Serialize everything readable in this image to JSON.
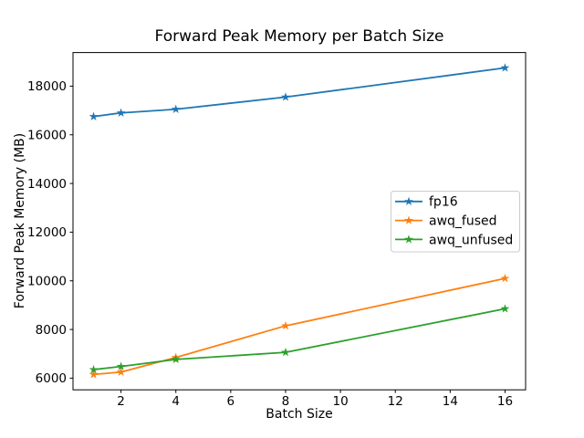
{
  "figure": {
    "background": "#ffffff",
    "spine_color": "#000000",
    "legend_border_color": "#cccccc"
  },
  "chart_data": {
    "type": "line",
    "title": "Forward Peak Memory per Batch Size",
    "xlabel": "Batch Size",
    "ylabel": "Forward Peak Memory (MB)",
    "x": [
      1,
      2,
      4,
      8,
      16
    ],
    "series": [
      {
        "name": "fp16",
        "color": "#1f77b4",
        "values": [
          16750,
          16900,
          17050,
          17550,
          18750
        ]
      },
      {
        "name": "awq_fused",
        "color": "#ff7f0e",
        "values": [
          6150,
          6250,
          6850,
          8150,
          10100
        ]
      },
      {
        "name": "awq_unfused",
        "color": "#2ca02c",
        "values": [
          6350,
          6480,
          6770,
          7060,
          8850
        ]
      }
    ],
    "xticks": [
      2,
      4,
      6,
      8,
      10,
      12,
      14,
      16
    ],
    "yticks": [
      6000,
      8000,
      10000,
      12000,
      14000,
      16000,
      18000
    ],
    "xlim": [
      0.25,
      16.75
    ],
    "ylim": [
      5520,
      19380
    ],
    "grid": false,
    "marker": "star",
    "legend": {
      "position": "center-right"
    }
  }
}
